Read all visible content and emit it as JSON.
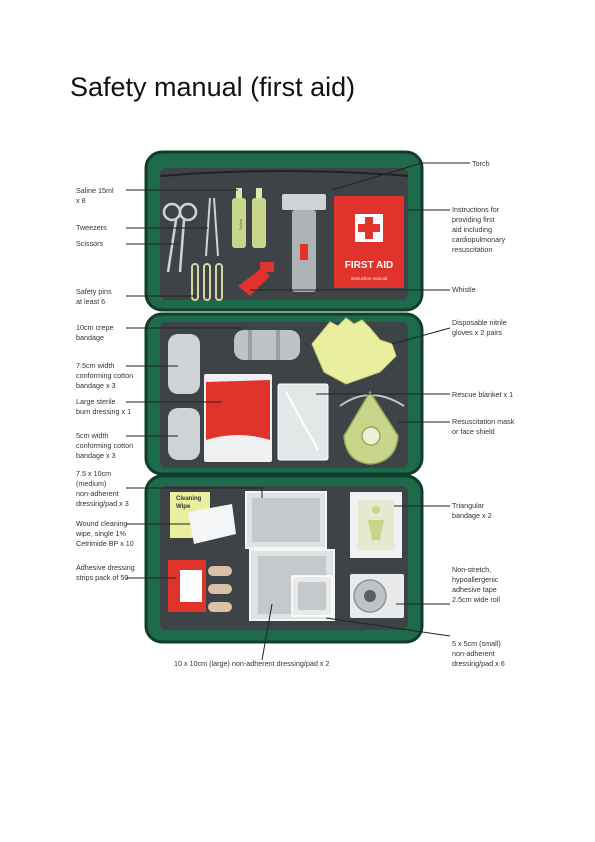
{
  "page": {
    "title": "Safety manual (first aid)"
  },
  "kit_text": {
    "first_aid": "FIRST AID",
    "instruction_manual": "instruction manual",
    "saline": "Saline",
    "cleaning_wipe_1": "Cleaning",
    "cleaning_wipe_2": "Wipe"
  },
  "labels": {
    "torch": [
      "Torch"
    ],
    "saline": [
      "Saline 15ml",
      "x 8"
    ],
    "tweezers": [
      "Tweezers"
    ],
    "scissors": [
      "Scissors"
    ],
    "instructions": [
      "Instructions for",
      "providing first",
      "aid including",
      "cardiopulmonary",
      "resuscitation"
    ],
    "safety_pins": [
      "Safety pins",
      "at least 6"
    ],
    "whistle": [
      "Whistle"
    ],
    "crepe": [
      "10cm crepe",
      "bandage"
    ],
    "gloves": [
      "Disposable nitrile",
      "gloves x 2 pairs"
    ],
    "conforming75": [
      "7.5cm width",
      "conforming cotton",
      "bandage x 3"
    ],
    "burn": [
      "Large sterile",
      "burn dressing x 1"
    ],
    "blanket": [
      "Rescue blanket x 1"
    ],
    "mask": [
      "Resuscitation mask",
      "or face shield"
    ],
    "conforming5": [
      "5cm width",
      "conforming cotton",
      "bandage x 3"
    ],
    "pad_medium": [
      "7.5 x 10cm",
      "(medium)",
      "non-adherent",
      "dressing/pad x 3"
    ],
    "triangular": [
      "Triangular",
      "bandage x 2"
    ],
    "wipe": [
      "Wound cleaning",
      "wipe, single 1%",
      "Cetrimide BP x 10"
    ],
    "strips": [
      "Adhesive dressing",
      "strips pack of 50"
    ],
    "tape": [
      "Non-stretch,",
      "hypoallergenic",
      "adhesive tape",
      "2.5cm wide roll"
    ],
    "pad_small": [
      "5 x 5cm (small)",
      "non-adherent",
      "dressing/pad x 6"
    ],
    "pad_large": [
      "10 x 10cm (large) non-adherent dressing/pad x 2"
    ]
  },
  "colors": {
    "case_green": "#1e6b4c",
    "panel_dark": "#3e4347",
    "red": "#e0332c",
    "glove_yellow": "#e9ef9e",
    "bandage_grey": "#bfc3c5",
    "sage": "#c9d58a"
  }
}
